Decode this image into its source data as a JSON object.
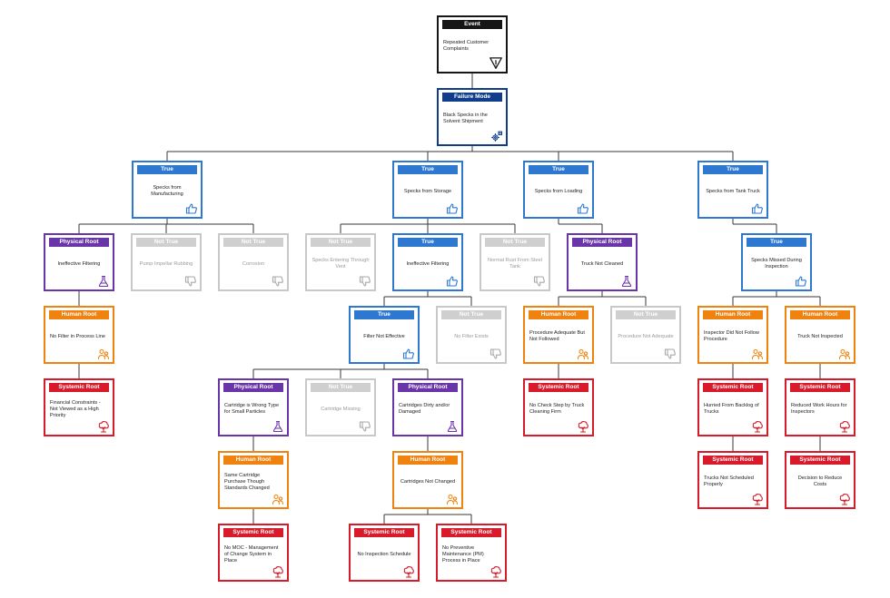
{
  "labels": {
    "event": "Event",
    "failure_mode": "Failure Mode",
    "true": "True",
    "not_true": "Not True",
    "physical_root": "Physical Root",
    "human_root": "Human Root",
    "systemic_root": "Systemic Root"
  },
  "nodes": [
    {
      "id": "ev",
      "type": "event",
      "text": "Repeated Customer Complaints",
      "icon": "warning-triangle-icon"
    },
    {
      "id": "fm",
      "type": "fm",
      "text": "Black Specks in the Solvent Shipment",
      "icon": "gear-process-icon"
    },
    {
      "id": "t1",
      "type": "true",
      "text": "Specks from Manufacturing",
      "icon": "thumbs-up-icon"
    },
    {
      "id": "t2",
      "type": "true",
      "text": "Specks from Storage",
      "icon": "thumbs-up-icon"
    },
    {
      "id": "t3",
      "type": "true",
      "text": "Specks from Loading",
      "icon": "thumbs-up-icon"
    },
    {
      "id": "t4",
      "type": "true",
      "text": "Specks from Tank Truck",
      "icon": "thumbs-up-icon"
    },
    {
      "id": "p1",
      "type": "phys",
      "text": "Ineffective Filtering",
      "icon": "flask-icon"
    },
    {
      "id": "n1",
      "type": "nottrue",
      "text": "Pump Impellar Rubbing",
      "icon": "thumbs-down-icon"
    },
    {
      "id": "n2",
      "type": "nottrue",
      "text": "Corrosion",
      "icon": "thumbs-down-icon"
    },
    {
      "id": "n3",
      "type": "nottrue",
      "text": "Specks Entering Through Vent",
      "icon": "thumbs-down-icon"
    },
    {
      "id": "t5",
      "type": "true",
      "text": "Ineffective Filtering",
      "icon": "thumbs-up-icon"
    },
    {
      "id": "n4",
      "type": "nottrue",
      "text": "Normal Rust From Steel Tank",
      "icon": "thumbs-down-icon"
    },
    {
      "id": "p2",
      "type": "phys",
      "text": "Truck Not Cleaned",
      "icon": "flask-icon"
    },
    {
      "id": "t6",
      "type": "true",
      "text": "Specks Missed During Inspection",
      "icon": "thumbs-up-icon"
    },
    {
      "id": "h1",
      "type": "human",
      "text": "No Filter in Process Line",
      "icon": "people-icon"
    },
    {
      "id": "t7",
      "type": "true",
      "text": "Filter Not Effective",
      "icon": "thumbs-up-icon"
    },
    {
      "id": "n5",
      "type": "nottrue",
      "text": "No Filter Exists",
      "icon": "thumbs-down-icon"
    },
    {
      "id": "h2",
      "type": "human",
      "text": "Procedure Adequate But Not Followed",
      "icon": "people-icon"
    },
    {
      "id": "n6",
      "type": "nottrue",
      "text": "Procedure Not Adequate",
      "icon": "thumbs-down-icon"
    },
    {
      "id": "h3",
      "type": "human",
      "text": "Inspector Did Not Follow Procedure",
      "icon": "people-icon"
    },
    {
      "id": "h4",
      "type": "human",
      "text": "Truck Not Inspected",
      "icon": "people-icon"
    },
    {
      "id": "s1",
      "type": "sys",
      "text": "Financial Constraints - Not Viewed as a High Priority",
      "icon": "tree-icon"
    },
    {
      "id": "p3",
      "type": "phys",
      "text": "Cartridge is Wrong Type for Small Particles",
      "icon": "flask-icon"
    },
    {
      "id": "n7",
      "type": "nottrue",
      "text": "Cartridge Missing",
      "icon": "thumbs-down-icon"
    },
    {
      "id": "p4",
      "type": "phys",
      "text": "Cartridges Dirty and/or Damaged",
      "icon": "flask-icon"
    },
    {
      "id": "s2",
      "type": "sys",
      "text": "No Check Step by Truck Cleaning Firm",
      "icon": "tree-icon"
    },
    {
      "id": "s3",
      "type": "sys",
      "text": "Hurried From Backlog of Trucks",
      "icon": "tree-icon"
    },
    {
      "id": "s4",
      "type": "sys",
      "text": "Reduced Work Hours for Inspectors",
      "icon": "tree-icon"
    },
    {
      "id": "h5",
      "type": "human",
      "text": "Same Cartridge Purchase Though Standards Changed",
      "icon": "people-icon"
    },
    {
      "id": "h6",
      "type": "human",
      "text": "Cartridges Not Changed",
      "icon": "people-icon"
    },
    {
      "id": "s5",
      "type": "sys",
      "text": "Trucks Not Scheduled Properly",
      "icon": "tree-icon"
    },
    {
      "id": "s6",
      "type": "sys",
      "text": "Decision to Reduce Costs",
      "icon": "tree-icon"
    },
    {
      "id": "s7",
      "type": "sys",
      "text": "No MOC - Management of Change System in Place",
      "icon": "tree-icon"
    },
    {
      "id": "s8",
      "type": "sys",
      "text": "No Inspection Schedule",
      "icon": "tree-icon"
    },
    {
      "id": "s9",
      "type": "sys",
      "text": "No Preventive Maintenance (PM) Process in Place",
      "icon": "tree-icon"
    }
  ],
  "edges": [
    [
      "ev",
      "fm"
    ],
    [
      "fm",
      "t1"
    ],
    [
      "fm",
      "t2"
    ],
    [
      "fm",
      "t3"
    ],
    [
      "fm",
      "t4"
    ],
    [
      "t1",
      "p1"
    ],
    [
      "t1",
      "n1"
    ],
    [
      "t1",
      "n2"
    ],
    [
      "t2",
      "n3"
    ],
    [
      "t2",
      "t5"
    ],
    [
      "t2",
      "n4"
    ],
    [
      "t3",
      "p2"
    ],
    [
      "t4",
      "t6"
    ],
    [
      "p1",
      "h1"
    ],
    [
      "h1",
      "s1"
    ],
    [
      "t5",
      "t7"
    ],
    [
      "t5",
      "n5"
    ],
    [
      "p2",
      "h2"
    ],
    [
      "p2",
      "n6"
    ],
    [
      "t6",
      "h3"
    ],
    [
      "t6",
      "h4"
    ],
    [
      "t7",
      "p3"
    ],
    [
      "t7",
      "n7"
    ],
    [
      "t7",
      "p4"
    ],
    [
      "h2",
      "s2"
    ],
    [
      "h3",
      "s3"
    ],
    [
      "s3",
      "s5"
    ],
    [
      "h4",
      "s4"
    ],
    [
      "s4",
      "s6"
    ],
    [
      "p3",
      "h5"
    ],
    [
      "h5",
      "s7"
    ],
    [
      "p4",
      "h6"
    ],
    [
      "h6",
      "s8"
    ],
    [
      "h6",
      "s9"
    ]
  ]
}
